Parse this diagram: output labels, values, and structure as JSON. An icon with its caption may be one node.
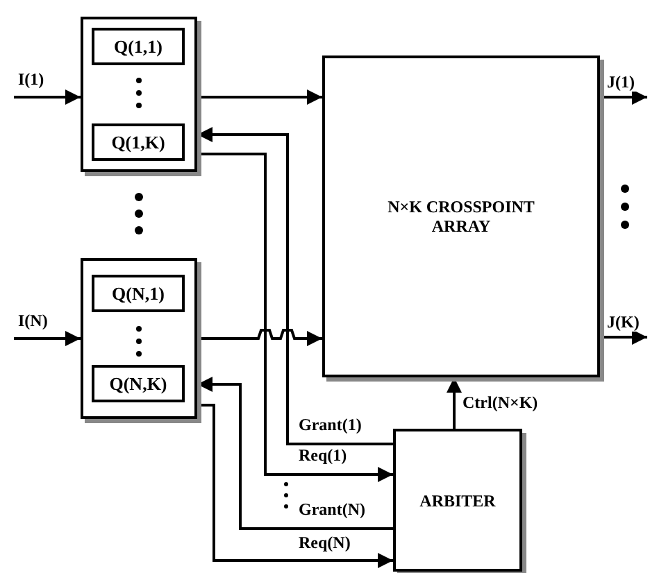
{
  "diagram": {
    "nodes": [
      {
        "text": [],
        "shape": "box"
      },
      {
        "text": [
          "Q(1,1)"
        ],
        "in": 0
      },
      {
        "text": [
          "Q(1,K)"
        ],
        "in": 0
      },
      {
        "text": [],
        "shape": "box"
      },
      {
        "text": [
          "Q(N,1)"
        ],
        "in": 3
      },
      {
        "text": [
          "Q(N,K)"
        ],
        "in": 3
      },
      {
        "text": [
          "N×K CROSSPOINT ARRAY"
        ]
      },
      {
        "text": [
          "ARBITER"
        ]
      }
    ],
    "edges": [
      {
        "from": null,
        "to": 0,
        "arrow": "to",
        "label": "I(1)"
      },
      {
        "from": null,
        "to": 3,
        "arrow": "to",
        "label": "I(N)"
      },
      {
        "from": 0,
        "to": 6,
        "arrow": "to"
      },
      {
        "from": 3,
        "to": 6,
        "arrow": "to"
      },
      {
        "from": 6,
        "to": null,
        "arrow": "to",
        "label": "J(1)"
      },
      {
        "from": 6,
        "to": null,
        "arrow": "to",
        "label": "J(K)"
      },
      {
        "from": 7,
        "to": 6,
        "arrow": "to",
        "label": "Ctrl(N×K)"
      },
      {
        "from": 7,
        "to": 0,
        "arrow": "to",
        "label": "Grant(1)"
      },
      {
        "from": 0,
        "to": 7,
        "arrow": "to",
        "label": "Req(1)"
      },
      {
        "from": 7,
        "to": 3,
        "arrow": "to",
        "label": "Grant(N)"
      },
      {
        "from": 3,
        "to": 7,
        "arrow": "to",
        "label": "Req(N)"
      }
    ]
  }
}
